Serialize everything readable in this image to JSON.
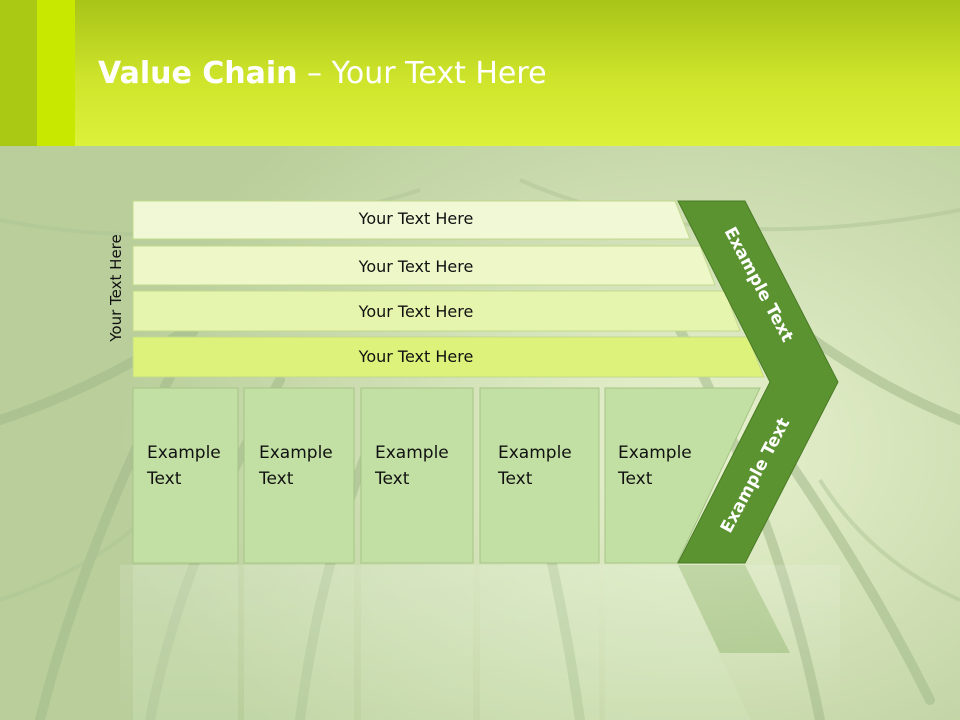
{
  "slide": {
    "title_bold": "Value Chain",
    "title_rest": " – Your Text Here"
  },
  "side_label": "Your Text Here",
  "rows": [
    "Your Text Here",
    "Your Text Here",
    "Your Text Here",
    "Your Text Here"
  ],
  "boxes": [
    [
      "Example",
      "Text"
    ],
    [
      "Example",
      "Text"
    ],
    [
      "Example",
      "Text"
    ],
    [
      "Example",
      "Text"
    ],
    [
      "Example",
      "Text"
    ]
  ],
  "chevron": {
    "upper": "Example Text",
    "lower": "Example Text"
  },
  "colors": {
    "header": "#cfe52c",
    "chevron": "#5b9331",
    "box_fill": "#c2e0a4",
    "row_fill_light": "#f0f8d6",
    "row_fill_dark": "#dcf27a"
  }
}
